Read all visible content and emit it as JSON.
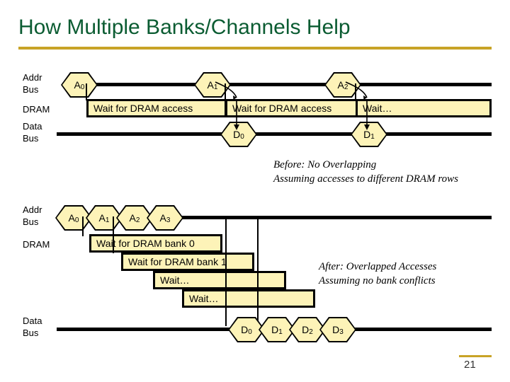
{
  "slide": {
    "title": "How Multiple Banks/Channels Help",
    "page_number": "21",
    "accent_color": "#c8a326",
    "title_color": "#0b5c32",
    "hex_fill": "#fdf3b8",
    "bar_fill": "#fdf3b8"
  },
  "diagram_before": {
    "caption_line1": "Before: No Overlapping",
    "caption_line2": "Assuming accesses to different DRAM rows",
    "row_labels": {
      "addr_bus": "Addr\nBus",
      "dram": "DRAM",
      "data_bus": "Data\nBus"
    },
    "addr_hexes": [
      {
        "label": "A",
        "sub": "0"
      },
      {
        "label": "A",
        "sub": "1"
      },
      {
        "label": "A",
        "sub": "2"
      }
    ],
    "wait_bars": [
      {
        "label": "Wait for DRAM access"
      },
      {
        "label": "Wait for DRAM access"
      },
      {
        "label": "Wait…"
      }
    ],
    "data_hexes": [
      {
        "label": "D",
        "sub": "0"
      },
      {
        "label": "D",
        "sub": "1"
      }
    ]
  },
  "diagram_after": {
    "caption_line1": "After: Overlapped Accesses",
    "caption_line2": "Assuming no bank conflicts",
    "row_labels": {
      "addr_bus": "Addr\nBus",
      "dram": "DRAM",
      "data_bus": "Data\nBus"
    },
    "addr_hexes": [
      {
        "label": "A",
        "sub": "0"
      },
      {
        "label": "A",
        "sub": "1"
      },
      {
        "label": "A",
        "sub": "2"
      },
      {
        "label": "A",
        "sub": "3"
      }
    ],
    "wait_bars": [
      {
        "label": "Wait for DRAM bank 0"
      },
      {
        "label": "Wait for DRAM bank 1"
      },
      {
        "label": "Wait…"
      },
      {
        "label": "Wait…"
      }
    ],
    "data_hexes": [
      {
        "label": "D",
        "sub": "0"
      },
      {
        "label": "D",
        "sub": "1"
      },
      {
        "label": "D",
        "sub": "2"
      },
      {
        "label": "D",
        "sub": "3"
      }
    ]
  }
}
